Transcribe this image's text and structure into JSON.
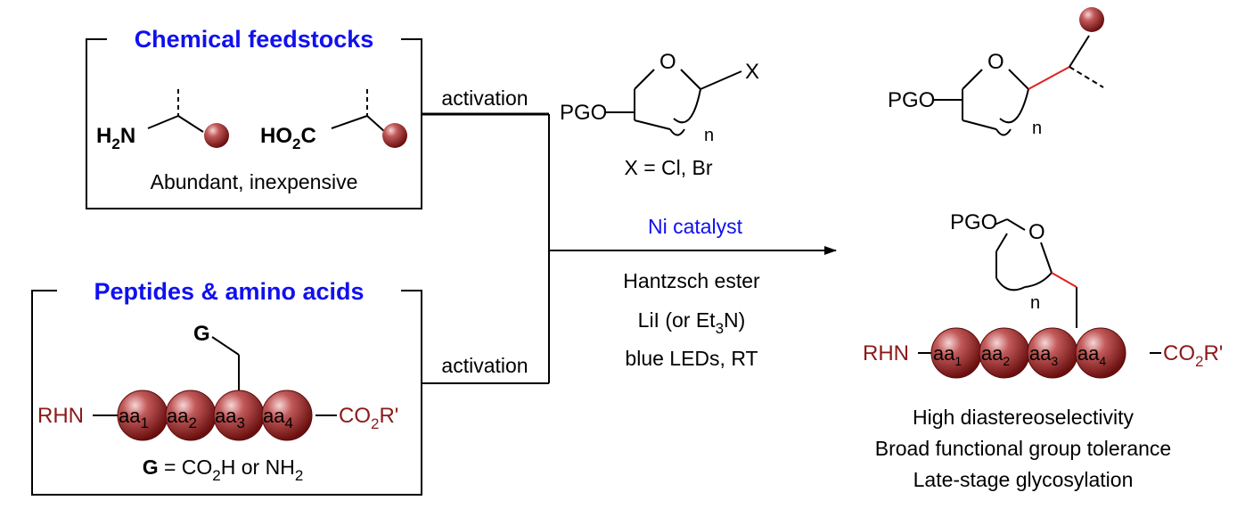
{
  "feedstocks": {
    "title": "Chemical feedstocks",
    "amine": "H",
    "amine_sub": "2",
    "amine_n": "N",
    "acid": "HO",
    "acid_sub": "2",
    "acid_c": "C",
    "note": "Abundant, inexpensive"
  },
  "peptides": {
    "title": "Peptides & amino acids",
    "g_label": "G",
    "rhn": "RHN",
    "ester": "CO",
    "ester_sub": "2",
    "ester_r": "R'",
    "beads": [
      {
        "text": "aa",
        "sub": "1"
      },
      {
        "text": "aa",
        "sub": "2"
      },
      {
        "text": "aa",
        "sub": "3"
      },
      {
        "text": "aa",
        "sub": "4"
      }
    ],
    "g_def_bold": "G",
    "g_def_rest": " = CO",
    "g_def_sub1": "2",
    "g_def_mid": "H or NH",
    "g_def_sub2": "2"
  },
  "arrows": {
    "activation_top": "activation",
    "activation_bottom": "activation"
  },
  "reagent": {
    "pgo": "PGO",
    "o": "O",
    "x": "X",
    "n": "n",
    "x_def": "X = Cl, Br"
  },
  "conditions": {
    "catalyst": "Ni catalyst",
    "line1": "Hantzsch ester",
    "line2a": "LiI (or Et",
    "line2sub": "3",
    "line2b": "N)",
    "line3": "blue LEDs, RT"
  },
  "product_top": {
    "pgo": "PGO",
    "o": "O",
    "n": "n"
  },
  "product_peptide": {
    "pgo": "PGO",
    "o": "O",
    "n": "n",
    "rhn": "RHN",
    "ester": "CO",
    "ester_sub": "2",
    "ester_r": "R'",
    "beads": [
      {
        "text": "aa",
        "sub": "1"
      },
      {
        "text": "aa",
        "sub": "2"
      },
      {
        "text": "aa",
        "sub": "3"
      },
      {
        "text": "aa",
        "sub": "4"
      }
    ]
  },
  "features": [
    "High diastereoselectivity",
    "Broad functional group tolerance",
    "Late-stage glycosylation"
  ],
  "colors": {
    "title_blue": "#1010f0",
    "bead_red": "#8b1a1a",
    "bond_red": "#e02020",
    "catalyst_blue": "#1010f0"
  }
}
